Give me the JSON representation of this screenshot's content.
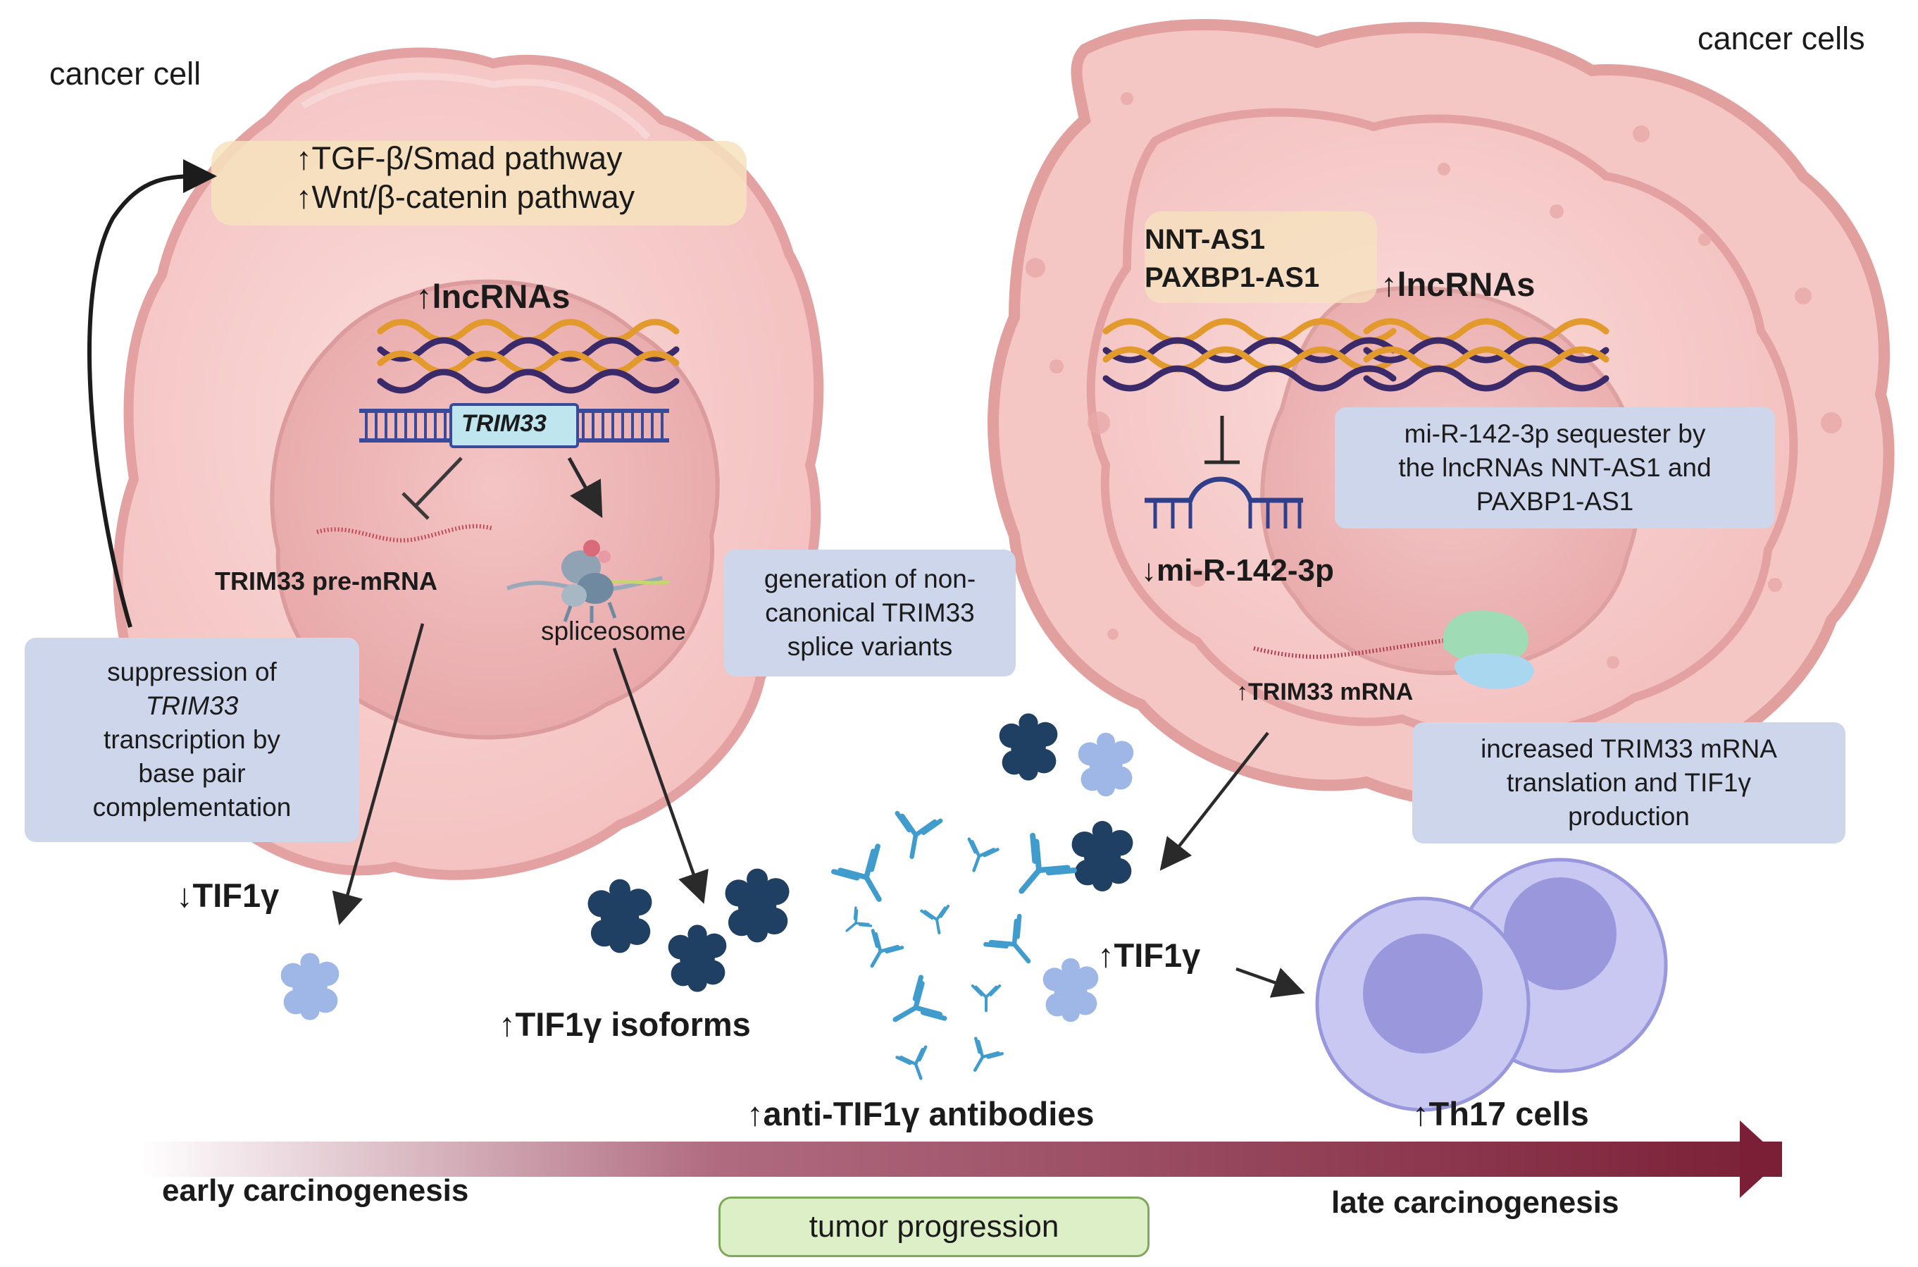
{
  "labels": {
    "cancer_cell": "cancer cell",
    "cancer_cells": "cancer cells",
    "tgf_pathway": "↑TGF-β/Smad pathway",
    "wnt_pathway": "↑Wnt/β-catenin pathway",
    "lncrnas_left": "↑lncRNAs",
    "trim33_gene": "TRIM33",
    "trim33_premrna": "TRIM33 pre-mRNA",
    "spliceosome": "spliceosome",
    "tif1g_down": "↓TIF1γ",
    "tif1g_isoforms": "↑TIF1γ isoforms",
    "anti_tif1g_antibodies": "↑anti-TIF1γ antibodies",
    "tif1g_up": "↑TIF1γ",
    "th17_cells": "↑Th17 cells",
    "nnt_as1": "NNT-AS1",
    "paxbp1_as1": "PAXBP1-AS1",
    "lncrnas_right": "↑lncRNAs",
    "mir_down": "↓mi-R-142-3p",
    "trim33_mrna": "↑TRIM33 mRNA",
    "early": "early carcinogenesis",
    "late": "late carcinogenesis",
    "tumor_progression": "tumor progression"
  },
  "boxes": {
    "suppression": {
      "line1": "suppression of",
      "line2": "TRIM33",
      "line3": "transcription by",
      "line4": "base pair",
      "line5": "complementation"
    },
    "generation": {
      "line1": "generation of non-",
      "line2": "canonical TRIM33",
      "line3": "splice variants"
    },
    "sequester": {
      "line1": "mi-R-142-3p sequester by",
      "line2": "the lncRNAs NNT-AS1 and",
      "line3": "PAXBP1-AS1"
    },
    "translation": {
      "line1": "increased TRIM33 mRNA",
      "line2": "translation and TIF1γ",
      "line3": "production"
    }
  },
  "colors": {
    "cell_fill": "#f6cccb",
    "cell_edge": "#e8a8a6",
    "nucleus": "#eeb0b0",
    "lncrna_orange": "#e39a2c",
    "lncrna_purple": "#3b2a6a",
    "dna_blue": "#3a4a9a",
    "gene_box": "#bfe6ef",
    "protein_dark": "#1f3f63",
    "protein_light": "#9fb7e6",
    "antibody": "#3f9ccc",
    "th17_outer": "#c8c8f2",
    "th17_nucleus": "#9a98dd",
    "info_box": "#cdd6ea",
    "highlight": "#f3e3b6",
    "arrow_dark": "#7a1f36",
    "pill_fill": "#dcefc6",
    "pill_border": "#7ea85a"
  }
}
